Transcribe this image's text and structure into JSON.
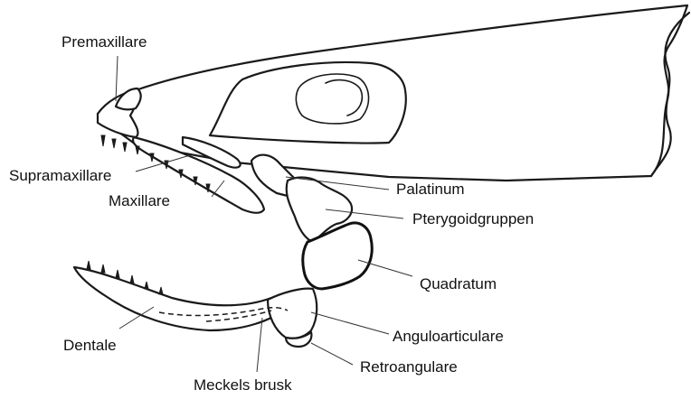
{
  "labels": {
    "premaxillare": "Premaxillare",
    "supramaxillare": "Supramaxillare",
    "maxillare": "Maxillare",
    "palatinum": "Palatinum",
    "pterygoidgruppen": "Pterygoidgruppen",
    "quadratum": "Quadratum",
    "anguloarticulare": "Anguloarticulare",
    "retroangulare": "Retroangulare",
    "dentale": "Dentale",
    "meckels_brusk": "Meckels brusk"
  }
}
